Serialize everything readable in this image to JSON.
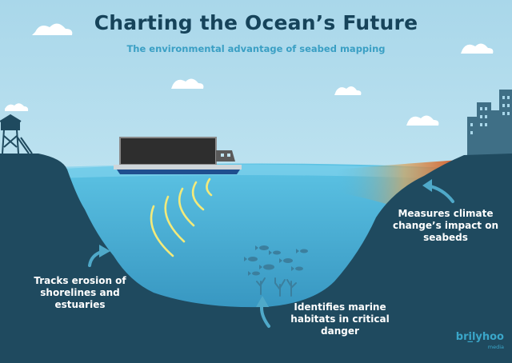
{
  "header": {
    "title": "Charting the Ocean’s Future",
    "subtitle": "The environmental advantage of seabed mapping"
  },
  "callouts": {
    "erosion": [
      "Tracks erosion of",
      "shorelines and",
      "estuaries"
    ],
    "habitats": [
      "Identifies marine",
      "habitats in critical",
      "danger"
    ],
    "climate": [
      "Measures climate",
      "change’s impact on",
      "seabeds"
    ]
  },
  "brand": {
    "name": "bri̲lyhoo",
    "sub": "media"
  },
  "colors": {
    "sky": "#bfe3ef",
    "land": "#1f4a5f",
    "water": "#4fb7dc",
    "sonar": "#f3ea7a",
    "title": "#16435a",
    "accent": "#3a9fc4"
  }
}
